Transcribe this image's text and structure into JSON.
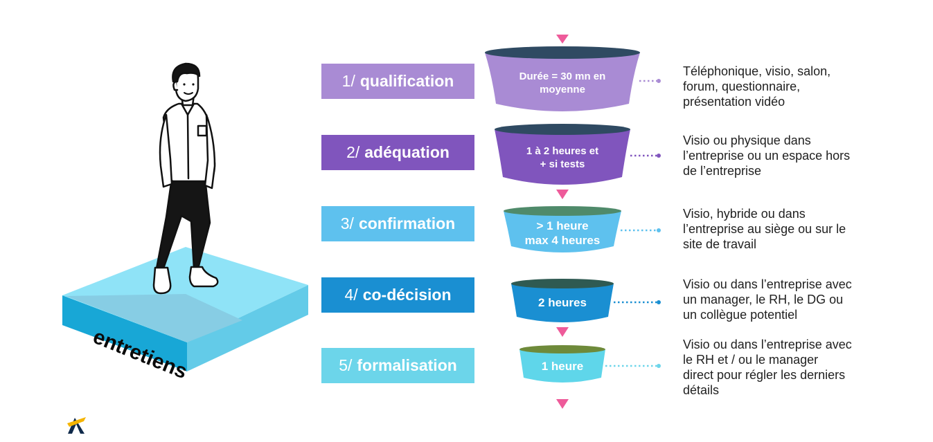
{
  "platform": {
    "label": "entretiens",
    "colors": {
      "top": "#8fe3f7",
      "shade": "#87cde4",
      "front": "#18a7d6",
      "side": "#63cbe8"
    }
  },
  "logo": {
    "icon": "triangle-a-logo",
    "colors": [
      "#0f2a4a",
      "#f5b400"
    ]
  },
  "steps": [
    {
      "prefix": "1/",
      "name": "qualification",
      "color": "#a98bd4",
      "funnel_color": "#a98bd4",
      "funnel_top_color": "#2f4a62",
      "funnel_text": "Durée =  30 mn en\nmoyenne",
      "description": "Téléphonique, visio, salon,\nforum, questionnaire,\nprésentation vidéo",
      "connector_color": "#a98bd4"
    },
    {
      "prefix": "2/",
      "name": "adéquation",
      "color": "#8055bd",
      "funnel_color": "#8055bd",
      "funnel_top_color": "#2f4a62",
      "funnel_text": "1 à 2 heures et\n+ si tests",
      "description": "Visio ou physique dans\nl’entreprise ou un espace hors\nde l’entreprise",
      "connector_color": "#8055bd"
    },
    {
      "prefix": "3/",
      "name": "confirmation",
      "color": "#5ec1ee",
      "funnel_color": "#5ec1ee",
      "funnel_top_color": "#4f8a6a",
      "funnel_text": "> 1 heure\nmax 4 heures",
      "description": "Visio, hybride ou dans\nl’entreprise au siège ou sur le\nsite de travail",
      "connector_color": "#5ec1ee"
    },
    {
      "prefix": "4/",
      "name": "co-décision",
      "color": "#1a8fd2",
      "funnel_color": "#1a8fd2",
      "funnel_top_color": "#2f5a52",
      "funnel_text": "2 heures",
      "description": "Visio ou dans l’entreprise avec\nun manager, le RH, le DG ou\nun collègue potentiel",
      "connector_color": "#1a8fd2"
    },
    {
      "prefix": "5/",
      "name": "formalisation",
      "color": "#6cd5ea",
      "funnel_color": "#5fd6ea",
      "funnel_top_color": "#6e8a3a",
      "funnel_text": "1 heure",
      "description": "Visio ou dans l’entreprise avec\nle RH et / ou le manager\ndirect pour régler les derniers\ndétails",
      "connector_color": "#6cd5ea"
    }
  ],
  "arrow_color": "#ee5b9a"
}
